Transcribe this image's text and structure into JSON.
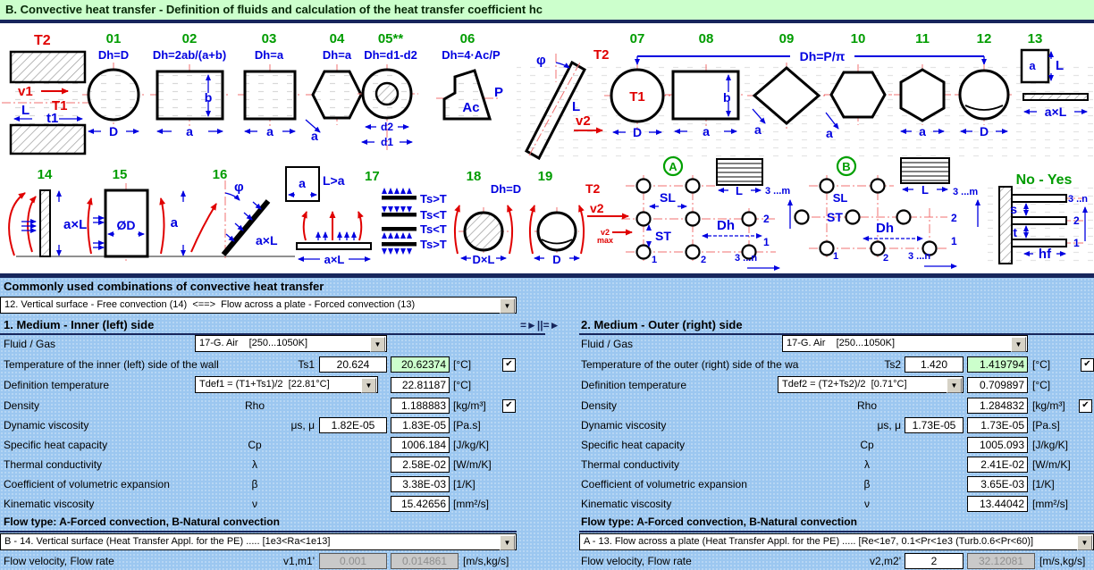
{
  "title": "B. Convective heat transfer - Definition of fluids and calculation of the heat transfer coefficient hc",
  "icons": {
    "dropdown_arrow": "▼",
    "check": "✔",
    "flow_link": "=►||=►"
  },
  "combos": {
    "header": "Commonly used combinations of convective heat transfer",
    "selected": "12. Vertical surface - Free convection (14)  <==>  Flow across a plate - Forced convection (13)"
  },
  "medium1": {
    "header": "1. Medium - Inner (left) side",
    "fluid_label": "Fluid / Gas",
    "fluid_selected": "17-G. Air    [250...1050K]",
    "rows": [
      {
        "label": "Temperature of the inner (left) side of the wall",
        "symbol": "Ts1",
        "input": "20.624",
        "value": "20.62374",
        "unit": "[°C]"
      },
      {
        "label": "Definition temperature",
        "dropdown": "Tdef1 = (T1+Ts1)/2  [22.81°C]",
        "value": "22.81187",
        "unit": "[°C]"
      },
      {
        "label": "Density",
        "symbol": "Rho",
        "value": "1.188883",
        "unit": "[kg/m³]"
      },
      {
        "label": "Dynamic viscosity",
        "symbol": "μs, μ",
        "input": "1.82E-05",
        "value": "1.83E-05",
        "unit": "[Pa.s]"
      },
      {
        "label": "Specific heat capacity",
        "symbol": "Cp",
        "value": "1006.184",
        "unit": "[J/kg/K]"
      },
      {
        "label": "Thermal conductivity",
        "symbol": "λ",
        "value": "2.58E-02",
        "unit": "[W/m/K]"
      },
      {
        "label": "Coefficient of volumetric expansion",
        "symbol": "β",
        "value": "3.38E-03",
        "unit": "[1/K]"
      },
      {
        "label": "Kinematic viscosity",
        "symbol": "ν",
        "value": "15.42656",
        "unit": "[mm²/s]"
      }
    ],
    "flow_header": "Flow type: A-Forced convection, B-Natural convection",
    "flow_selected": "B - 14. Vertical surface (Heat Transfer Appl. for the PE) ..... [1e3<Ra<1e13]",
    "velocity": {
      "label": "Flow velocity, Flow rate",
      "symbol": "v1,m1'",
      "input": "0.001",
      "result": "0.014861",
      "unit": "[m/s,kg/s]"
    }
  },
  "medium2": {
    "header": "2. Medium - Outer (right) side",
    "fluid_label": "Fluid / Gas",
    "fluid_selected": "17-G. Air    [250...1050K]",
    "rows": [
      {
        "label": "Temperature of the outer (right) side of the wa",
        "symbol": "Ts2",
        "input": "1.420",
        "value": "1.419794",
        "unit": "[°C]"
      },
      {
        "label": "Definition temperature",
        "dropdown": "Tdef2 = (T2+Ts2)/2  [0.71°C]",
        "value": "0.709897",
        "unit": "[°C]"
      },
      {
        "label": "Density",
        "symbol": "Rho",
        "value": "1.284832",
        "unit": "[kg/m³]"
      },
      {
        "label": "Dynamic viscosity",
        "symbol": "μs, μ",
        "input": "1.73E-05",
        "value": "1.73E-05",
        "unit": "[Pa.s]"
      },
      {
        "label": "Specific heat capacity",
        "symbol": "Cp",
        "value": "1005.093",
        "unit": "[J/kg/K]"
      },
      {
        "label": "Thermal conductivity",
        "symbol": "λ",
        "value": "2.41E-02",
        "unit": "[W/m/K]"
      },
      {
        "label": "Coefficient of volumetric expansion",
        "symbol": "β",
        "value": "3.65E-03",
        "unit": "[1/K]"
      },
      {
        "label": "Kinematic viscosity",
        "symbol": "ν",
        "value": "13.44042",
        "unit": "[mm²/s]"
      }
    ],
    "flow_header": "Flow type: A-Forced convection, B-Natural convection",
    "flow_selected": "A - 13. Flow across a plate (Heat Transfer Appl. for the PE) ..... [Re<1e7, 0.1<Pr<1e3 (Turb.0.6<Pr<60)]",
    "velocity": {
      "label": "Flow velocity, Flow rate",
      "symbol": "v2,m2'",
      "input": "2",
      "result": "32.12081",
      "unit": "[m/s,kg/s]"
    }
  },
  "diagrams": {
    "num01": "01",
    "num02": "02",
    "num03": "03",
    "num04": "04",
    "num05": "05**",
    "num06": "06",
    "num07": "07",
    "num08": "08",
    "num09": "09",
    "num10": "10",
    "num11": "11",
    "num12": "12",
    "num13": "13",
    "num14": "14",
    "num15": "15",
    "num16": "16",
    "num17": "17",
    "num18": "18",
    "num19": "19",
    "f01": "Dh=D",
    "f02": "Dh=2ab/(a+b)",
    "f03": "Dh=a",
    "f04": "Dh=a",
    "f05": "Dh=d1-d2",
    "f06": "Dh=4·Ac/P",
    "f07": "Dh=P/π",
    "f18": "Dh=D",
    "dim_a": "a",
    "dim_b": "b",
    "dim_D": "D",
    "dim_L": "L",
    "dim_axL": "a×L",
    "dim_DxL": "D×L",
    "dim_d1": "d1",
    "dim_d2": "d2",
    "dim_OD": "ØD",
    "Ac": "Ac",
    "P": "P",
    "phi": "φ",
    "Lgta": "L>a",
    "TsgtT": "Ts>T",
    "TsltT": "Ts<T",
    "T1": "T1",
    "T2": "T2",
    "v1": "v1",
    "v2": "v2",
    "max": "max",
    "t1": "t1",
    "SL": "SL",
    "ST": "ST",
    "Dh": "Dh",
    "m3": "3 ...m",
    "n3": "3 ...n",
    "n3b": "3 ..n",
    "one": "1",
    "two": "2",
    "A": "A",
    "B": "B",
    "noyes": "No - Yes",
    "s": "s",
    "t": "t",
    "hf": "hf"
  }
}
